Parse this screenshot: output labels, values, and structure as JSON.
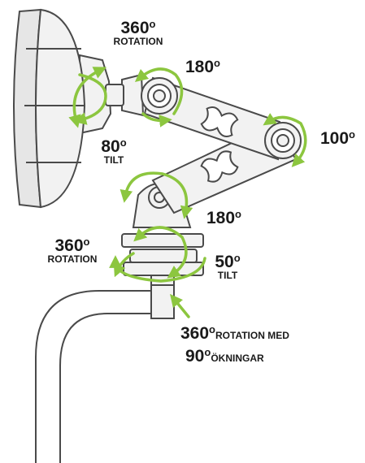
{
  "labels": {
    "head_rotation": {
      "value": "360",
      "degree_symbol": "o",
      "caption": "ROTATION"
    },
    "upper_joint": {
      "value": "180",
      "degree_symbol": "o"
    },
    "head_tilt": {
      "value": "80",
      "degree_symbol": "o",
      "caption": "TILT"
    },
    "elbow_joint": {
      "value": "100",
      "degree_symbol": "o"
    },
    "lower_joint": {
      "value": "180",
      "degree_symbol": "o"
    },
    "base_rotation": {
      "value": "360",
      "degree_symbol": "o",
      "caption": "ROTATION"
    },
    "base_tilt": {
      "value": "50",
      "degree_symbol": "o",
      "caption": "TILT"
    },
    "mount_rotation": {
      "value": "360",
      "degree_symbol": "o",
      "caption": "ROTATION MED"
    },
    "mount_steps": {
      "value": "90",
      "degree_symbol": "o",
      "caption": "ÖKNINGAR"
    }
  },
  "colors": {
    "arrow": "#8cc63f",
    "outline": "#4a4a4a",
    "fill": "#f2f2f2",
    "text": "#1a1a1a"
  }
}
